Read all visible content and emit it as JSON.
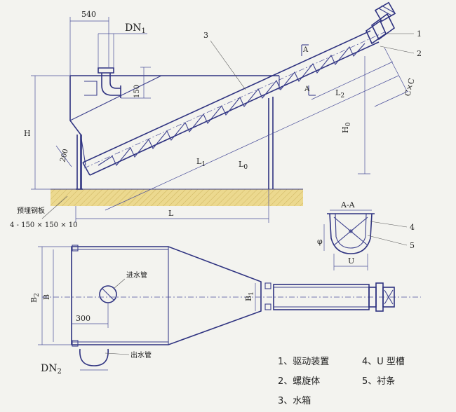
{
  "side_view": {
    "dim_540": "540",
    "dn1": "DN",
    "dn1_sub": "1",
    "dim_150": "150",
    "dim_200": "200",
    "H": "H",
    "H0": "H",
    "H0_sub": "0",
    "L": "L",
    "L0": "L",
    "L0_sub": "0",
    "L1": "L",
    "L1_sub": "1",
    "L2": "L",
    "L2_sub": "2",
    "CxC": "C×C",
    "A_mark_top": "A",
    "A_mark_bottom": "A",
    "embed_plate_line1": "预埋钢板",
    "embed_plate_line2": "4 - 150 × 150 × 10",
    "callout_1": "1",
    "callout_2": "2",
    "callout_3": "3"
  },
  "section_view": {
    "title": "A-A",
    "phi": "φ",
    "U": "U",
    "callout_4": "4",
    "callout_5": "5"
  },
  "plan_view": {
    "B2": "B",
    "B2_sub": "2",
    "B": "B",
    "B1": "B",
    "B1_sub": "1",
    "dim_300": "300",
    "inlet": "进水管",
    "outlet": "出水管",
    "dn2": "DN",
    "dn2_sub": "2"
  },
  "legend": {
    "item1": "1、驱动装置",
    "item2": "2、螺旋体",
    "item3": "3、水箱",
    "item4": "4、U 型槽",
    "item5": "5、衬条"
  }
}
